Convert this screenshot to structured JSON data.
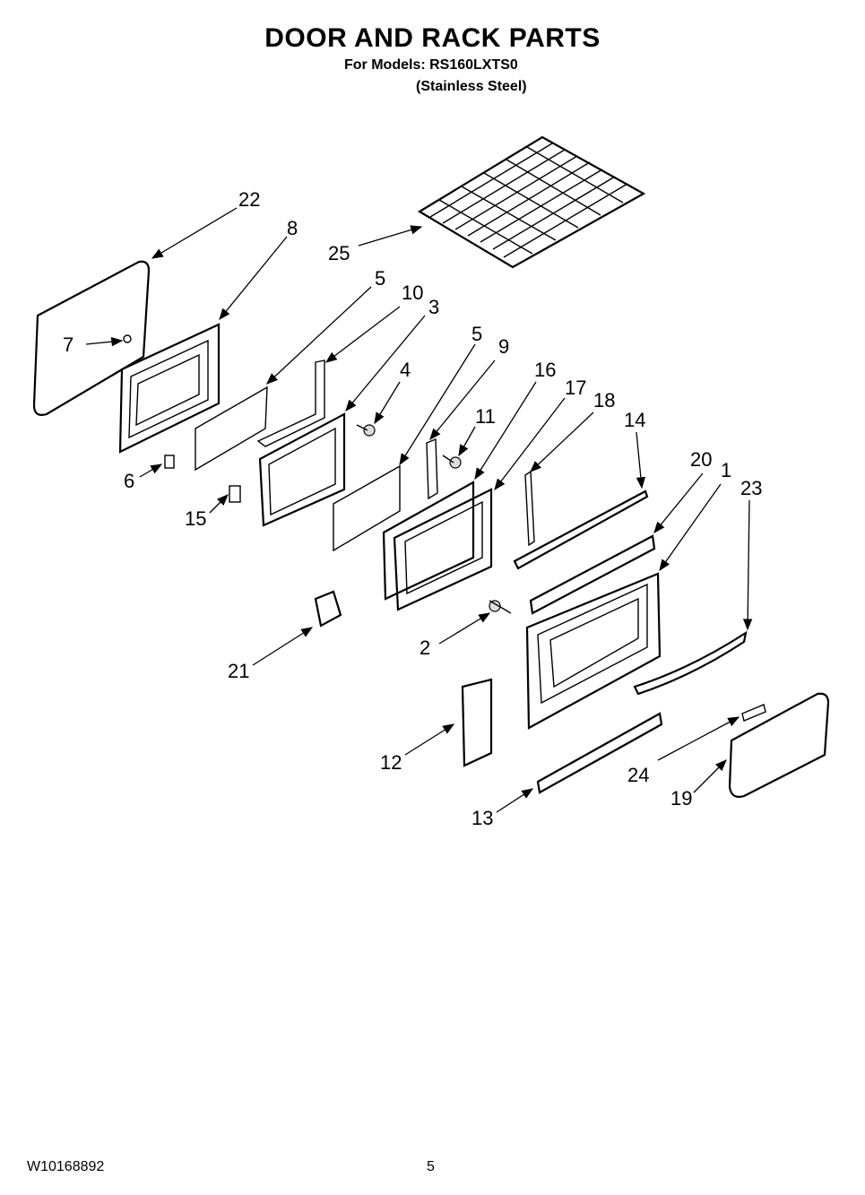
{
  "header": {
    "title": "DOOR AND RACK PARTS",
    "models_line": "For Models: RS160LXTS0",
    "finish_line": "(Stainless Steel)"
  },
  "footer": {
    "doc_number": "W10168892",
    "page_number": "5"
  },
  "callouts": [
    {
      "id": "c22",
      "label": "22"
    },
    {
      "id": "c8",
      "label": "8"
    },
    {
      "id": "c25",
      "label": "25"
    },
    {
      "id": "c5a",
      "label": "5"
    },
    {
      "id": "c10",
      "label": "10"
    },
    {
      "id": "c3",
      "label": "3"
    },
    {
      "id": "c7",
      "label": "7"
    },
    {
      "id": "c5b",
      "label": "5"
    },
    {
      "id": "c9",
      "label": "9"
    },
    {
      "id": "c4",
      "label": "4"
    },
    {
      "id": "c16",
      "label": "16"
    },
    {
      "id": "c17",
      "label": "17"
    },
    {
      "id": "c18",
      "label": "18"
    },
    {
      "id": "c11",
      "label": "11"
    },
    {
      "id": "c14",
      "label": "14"
    },
    {
      "id": "c6",
      "label": "6"
    },
    {
      "id": "c20",
      "label": "20"
    },
    {
      "id": "c1",
      "label": "1"
    },
    {
      "id": "c23",
      "label": "23"
    },
    {
      "id": "c15",
      "label": "15"
    },
    {
      "id": "c2",
      "label": "2"
    },
    {
      "id": "c21",
      "label": "21"
    },
    {
      "id": "c12",
      "label": "12"
    },
    {
      "id": "c24",
      "label": "24"
    },
    {
      "id": "c19",
      "label": "19"
    },
    {
      "id": "c13",
      "label": "13"
    }
  ]
}
